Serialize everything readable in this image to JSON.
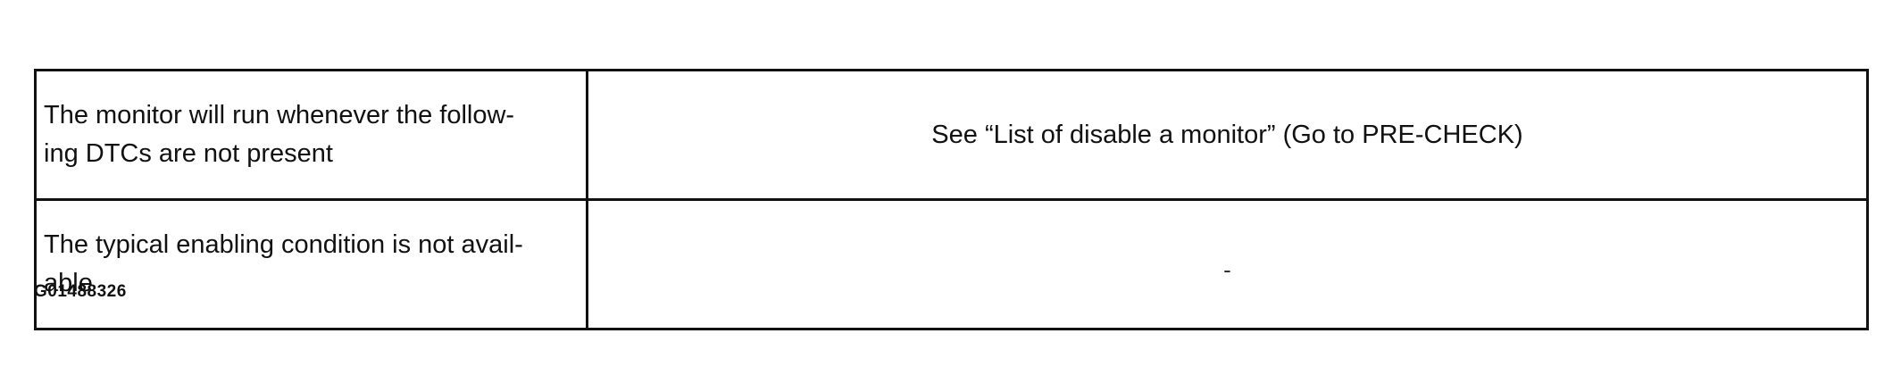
{
  "table": {
    "rows": [
      {
        "condition": "The monitor will run whenever the following DTCs are not present",
        "condition_lines": [
          "The monitor will run whenever the follow-",
          "ing DTCs are not present"
        ],
        "value": "See “List of disable a monitor” (Go to PRE-CHECK)"
      },
      {
        "condition": "The typical enabling condition is not available",
        "condition_lines": [
          "The typical enabling condition is not avail-",
          "able"
        ],
        "value": "-"
      }
    ]
  },
  "figure_id": "G01488326"
}
